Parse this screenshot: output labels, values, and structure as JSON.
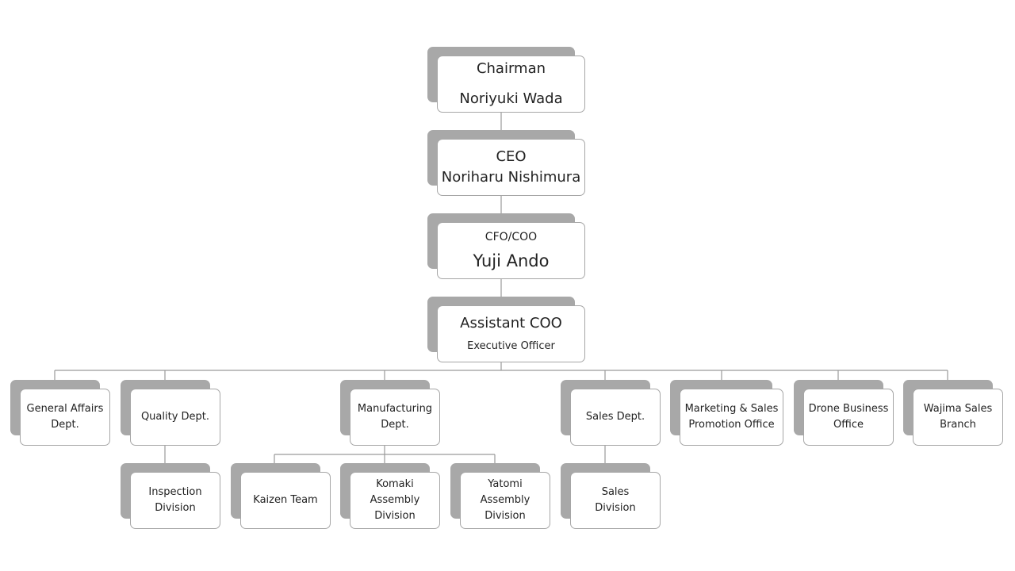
{
  "top_chain": [
    {
      "id": "chairman",
      "lines": [
        "Chairman",
        "Noriyuki Wada"
      ]
    },
    {
      "id": "ceo",
      "lines": [
        "CEO",
        "Noriharu Nishimura"
      ]
    },
    {
      "id": "cfo",
      "lines": [
        "CFO/COO",
        "Yuji Ando"
      ]
    },
    {
      "id": "assistant",
      "lines": [
        "Assistant COO",
        "Executive Officer"
      ]
    }
  ],
  "departments": [
    {
      "id": "general-affairs",
      "lines": [
        "General Affairs",
        "Dept."
      ]
    },
    {
      "id": "quality",
      "lines": [
        "Quality Dept."
      ]
    },
    {
      "id": "manufacturing",
      "lines": [
        "Manufacturing",
        "Dept."
      ]
    },
    {
      "id": "sales",
      "lines": [
        "Sales Dept."
      ]
    },
    {
      "id": "marketing",
      "lines": [
        "Marketing & Sales",
        "Promotion Office"
      ]
    },
    {
      "id": "drone",
      "lines": [
        "Drone Business",
        "Office"
      ]
    },
    {
      "id": "wajima",
      "lines": [
        "Wajima Sales",
        "Branch"
      ]
    }
  ],
  "sub_units": [
    {
      "id": "inspection",
      "parent": "quality",
      "lines": [
        "Inspection",
        "Division"
      ]
    },
    {
      "id": "kaizen",
      "parent": "manufacturing",
      "lines": [
        "Kaizen Team"
      ]
    },
    {
      "id": "komaki",
      "parent": "manufacturing",
      "lines": [
        "Komaki",
        "Assembly",
        "Division"
      ]
    },
    {
      "id": "yatomi",
      "parent": "manufacturing",
      "lines": [
        "Yatomi",
        "Assembly",
        "Division"
      ]
    },
    {
      "id": "sales-division",
      "parent": "sales",
      "lines": [
        "Sales",
        "Division"
      ]
    }
  ],
  "colors": {
    "shadow": "#a8a8a8",
    "border": "#a6a6a6",
    "connector": "#9a9a9a",
    "text": "#222222"
  }
}
